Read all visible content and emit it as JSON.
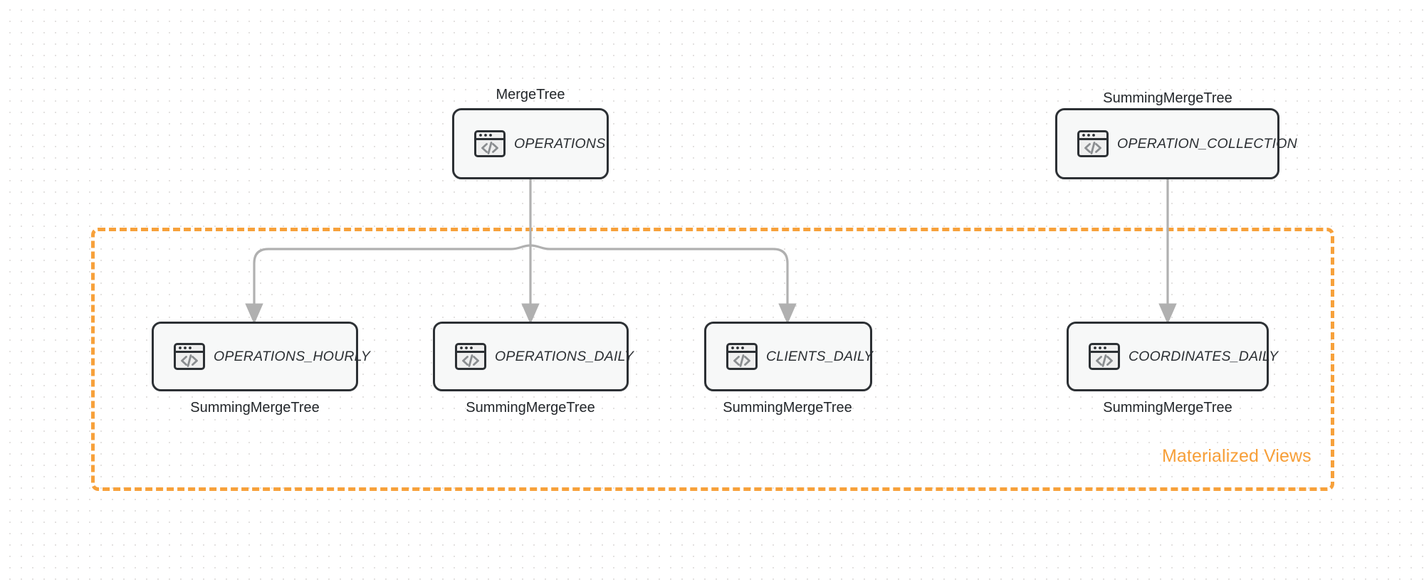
{
  "diagram": {
    "background": "#ffffff",
    "dot_color": "#e3e1e0",
    "node_border_color": "#2c3034",
    "node_fill_color": "#f7f8f8",
    "accent_color": "#f7a13b",
    "arrow_color": "#b0b0b0"
  },
  "group": {
    "label": "Materialized Views",
    "color": "#f79f38"
  },
  "nodes": {
    "operations": {
      "title": "OPERATIONS",
      "engine": "MergeTree",
      "icon": "code-window-icon"
    },
    "operation_collection": {
      "title": "OPERATION_COLLECTION",
      "engine": "SummingMergeTree",
      "icon": "code-window-icon"
    },
    "operations_hourly": {
      "title": "OPERATIONS_HOURLY",
      "engine": "SummingMergeTree",
      "icon": "code-window-icon"
    },
    "operations_daily": {
      "title": "OPERATIONS_DAILY",
      "engine": "SummingMergeTree",
      "icon": "code-window-icon"
    },
    "clients_daily": {
      "title": "CLIENTS_DAILY",
      "engine": "SummingMergeTree",
      "icon": "code-window-icon"
    },
    "coordinates_daily": {
      "title": "COORDINATES_DAILY",
      "engine": "SummingMergeTree",
      "icon": "code-window-icon"
    }
  },
  "edges": [
    {
      "from": "operations",
      "to": "operations_hourly"
    },
    {
      "from": "operations",
      "to": "operations_daily"
    },
    {
      "from": "operations",
      "to": "clients_daily"
    },
    {
      "from": "operation_collection",
      "to": "coordinates_daily"
    }
  ]
}
